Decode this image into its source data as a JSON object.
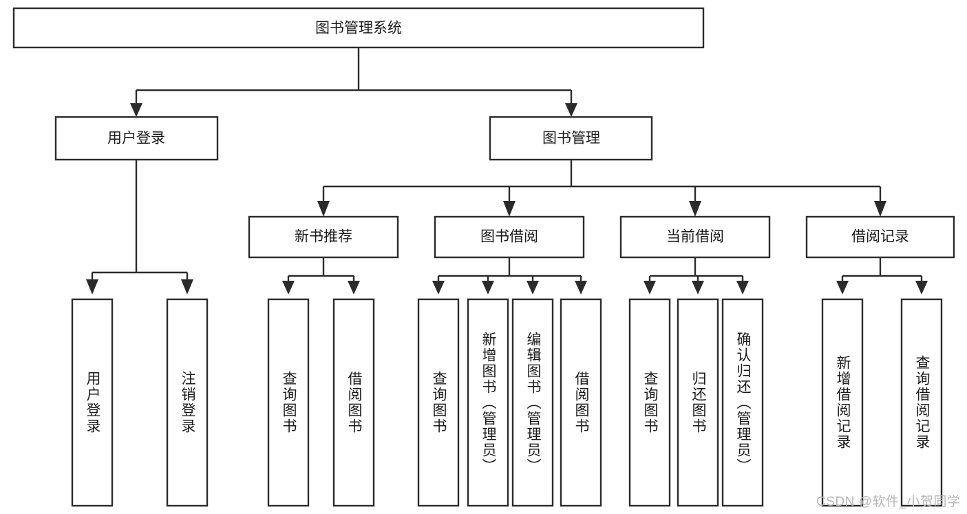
{
  "diagram": {
    "title": "图书管理系统",
    "type": "tree-hierarchy",
    "watermark": "CSDN @软件_小贺同学",
    "colors": {
      "stroke": "#2b2b2b",
      "node_fill": "#ffffff",
      "text": "#1a1a1a",
      "watermark": "#b6b6b6",
      "background": "#ffffff"
    },
    "levels": {
      "root": {
        "label": "图书管理系统"
      },
      "level2": [
        {
          "id": "user-login",
          "label": "用户登录"
        },
        {
          "id": "book-manage",
          "label": "图书管理"
        }
      ],
      "level3": [
        {
          "id": "new-book-recommend",
          "label": "新书推荐",
          "parent": "book-manage"
        },
        {
          "id": "book-borrow",
          "label": "图书借阅",
          "parent": "book-manage"
        },
        {
          "id": "current-borrow",
          "label": "当前借阅",
          "parent": "book-manage"
        },
        {
          "id": "borrow-record",
          "label": "借阅记录",
          "parent": "book-manage"
        }
      ],
      "leaves": [
        {
          "id": "leaf-user-login",
          "label": "用户登录",
          "parent": "user-login"
        },
        {
          "id": "leaf-logout-login",
          "label": "注销登录",
          "parent": "user-login"
        },
        {
          "id": "leaf-query-book-1",
          "label": "查询图书",
          "parent": "new-book-recommend"
        },
        {
          "id": "leaf-borrow-book-1",
          "label": "借阅图书",
          "parent": "new-book-recommend"
        },
        {
          "id": "leaf-query-book-2",
          "label": "查询图书",
          "parent": "book-borrow"
        },
        {
          "id": "leaf-add-book",
          "label": "新增图书（管理员）",
          "parent": "book-borrow"
        },
        {
          "id": "leaf-edit-book",
          "label": "编辑图书（管理员）",
          "parent": "book-borrow"
        },
        {
          "id": "leaf-borrow-book-2",
          "label": "借阅图书",
          "parent": "book-borrow"
        },
        {
          "id": "leaf-query-book-3",
          "label": "查询图书",
          "parent": "current-borrow"
        },
        {
          "id": "leaf-return-book",
          "label": "归还图书",
          "parent": "current-borrow"
        },
        {
          "id": "leaf-confirm-return",
          "label": "确认归还（管理员）",
          "parent": "current-borrow"
        },
        {
          "id": "leaf-add-record",
          "label": "新增借阅记录",
          "parent": "borrow-record"
        },
        {
          "id": "leaf-query-record",
          "label": "查询借阅记录",
          "parent": "borrow-record"
        }
      ]
    }
  }
}
